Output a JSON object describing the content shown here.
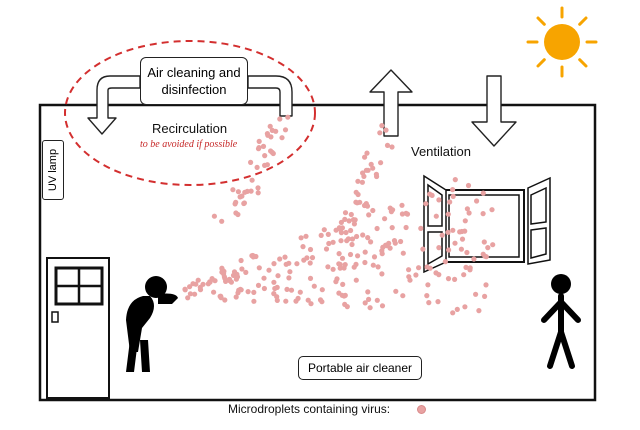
{
  "labels": {
    "air_cleaning": "Air cleaning and disinfection",
    "recirculation": "Recirculation",
    "avoid_note": "to be avoided if possible",
    "ventilation": "Ventilation",
    "uv_lamp": "UV lamp",
    "portable_cleaner": "Portable air cleaner",
    "legend": "Microdroplets containing virus:"
  },
  "colors": {
    "droplet": "#e8a2a2",
    "recirculation_ellipse": "#d32f2f",
    "sun": "#f7a400",
    "outline": "#111111"
  },
  "icons": [
    "sun-icon",
    "door-icon",
    "window-icon",
    "coughing-person-icon",
    "standing-person-icon",
    "arrow-up-icon",
    "arrow-down-icon",
    "recirculation-arrow-icon"
  ]
}
